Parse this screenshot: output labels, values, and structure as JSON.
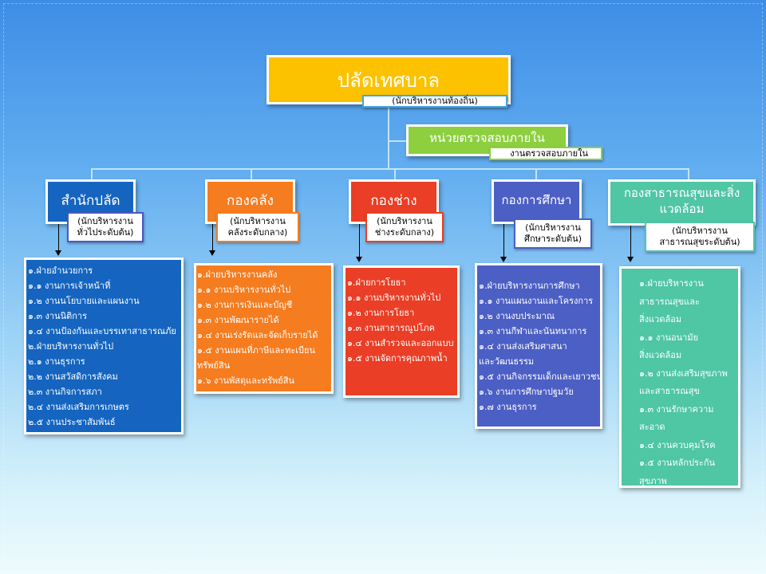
{
  "top": {
    "title": "ปลัดเทศบาล",
    "subtitle": "(นักบริหารงานท้องถิ่น)"
  },
  "audit": {
    "title": "หน่วยตรวจสอบภายใน",
    "subtitle": "งานตรวจสอบภายใน"
  },
  "departments": [
    {
      "title": "สำนักปลัด",
      "subtitle": "(นักบริหารงาน ทั่วไประดับต้น)",
      "color": "#1565c0",
      "items": [
        "๑.ฝ่ายอำนวยการ",
        "๑.๑ งานการเจ้าหน้าที่",
        "๑.๒ งานนโยบายและแผนงาน",
        "๑.๓ งานนิติการ",
        "๑.๔ งานป้องกันและบรรเทาสาธารณภัย",
        "๒.ฝ่ายบริหารงานทั่วไป",
        "๒.๑ งานธุรการ",
        "๒.๒ งานสวัสดิการสังคม",
        "๒.๓ งานกิจการสภา",
        "๒.๔ งานส่งเสริมการเกษตร",
        "๒.๕ งานประชาสัมพันธ์"
      ]
    },
    {
      "title": "กองคลัง",
      "subtitle": "(นักบริหารงาน คลังระดับกลาง)",
      "color": "#f57c1f",
      "items": [
        "๑.ฝ่ายบริหารงานคลัง",
        "๑.๑ งานบริหารงานทั่วไป",
        "๑.๒ งานการเงินและบัญชี",
        "๑.๓ งานพัฒนารายได้",
        "๑.๔ งานเร่งรัดและจัดเก็บรายได้",
        "๑.๕ งานแผนที่ภาษีและทะเบียน",
        "ทรัพย์สิน",
        "๑.๖ งานพัสดุและทรัพย์สิน"
      ]
    },
    {
      "title": "กองช่าง",
      "subtitle": "(นักบริหารงาน ช่างระดับกลาง)",
      "color": "#ea3e26",
      "items": [
        "๑.ฝ่ายการโยธา",
        "๑.๑ งานบริหารงานทั่วไป",
        "๑.๒ งานการโยธา",
        "๑.๓ งานสาธารณูปโภค",
        "๑.๔ งานสำรวจและออกแบบ",
        "๑.๕ งานจัดการคุณภาพน้ำ"
      ]
    },
    {
      "title": "กองการศึกษา",
      "subtitle": "(นักบริหารงาน ศึกษาระดับต้น)",
      "color": "#4c5fc4",
      "items": [
        "๑.ฝ่ายบริหารงานการศึกษา",
        "๑.๑ งานแผนงานและโครงการ",
        "๑.๒ งานงบประมาณ",
        "๑.๓ งานกีฬาและนันทนาการ",
        "๑.๔ งานส่งเสริมศาสนา",
        "และวัฒนธรรม",
        "๑.๕ งานกิจกรรมเด็กและเยาวชน",
        "๑.๖ งานการศึกษาปฐมวัย",
        "๑.๗ งานธุรการ"
      ]
    },
    {
      "title": "กองสาธารณสุขและสิ่งแวดล้อม",
      "subtitle": "(นักบริหารงาน สาธารณสุขระดับต้น)",
      "color": "#4fc6a4",
      "items": [
        "๑.ฝ่ายบริหารงาน",
        "สาธารณสุขและ",
        "สิ่งแวดล้อม",
        "๑.๑ งานอนามัย",
        "สิ่งแวดล้อม",
        "๑.๒ งานส่งเสริมสุขภาพ",
        "และสาธารณสุข",
        "๑.๓ งานรักษาความ",
        "สะอาด",
        "๑.๔ งานควบคุมโรค",
        "๑.๕ งานหลักประกัน",
        "สุขภาพ"
      ]
    }
  ]
}
